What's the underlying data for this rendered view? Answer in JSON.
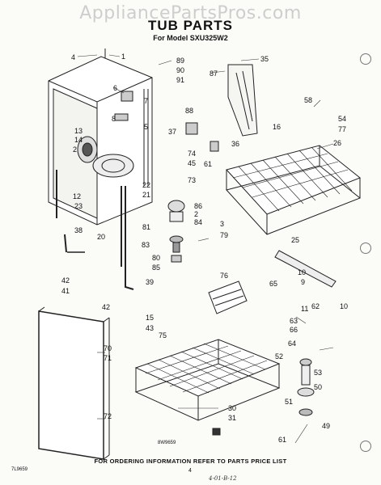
{
  "watermark": "AppliancePartsPros.com",
  "title": "TUB PARTS",
  "subtitle": "For Model SXU325W2",
  "footer_text": "FOR ORDERING INFORMATION REFER TO PARTS PRICE LIST",
  "page_number": "4",
  "drawing_code_left": "7L9659",
  "drawing_code_center": "8W9659",
  "handwritten_note": "4-01-B-12",
  "callouts": [
    "4",
    "1",
    "89",
    "90",
    "91",
    "6",
    "7",
    "8",
    "5",
    "13",
    "14",
    "2",
    "35",
    "87",
    "88",
    "37",
    "74",
    "45",
    "36",
    "61",
    "16",
    "58",
    "54",
    "77",
    "26",
    "12",
    "23",
    "22",
    "21",
    "73",
    "86",
    "2",
    "84",
    "81",
    "3",
    "79",
    "83",
    "80",
    "85",
    "38",
    "20",
    "39",
    "25",
    "42",
    "41",
    "76",
    "65",
    "9",
    "10",
    "62",
    "11",
    "63",
    "66",
    "42",
    "15",
    "43",
    "75",
    "64",
    "10",
    "70",
    "71",
    "52",
    "53",
    "50",
    "51",
    "72",
    "30",
    "31",
    "49",
    "61"
  ]
}
